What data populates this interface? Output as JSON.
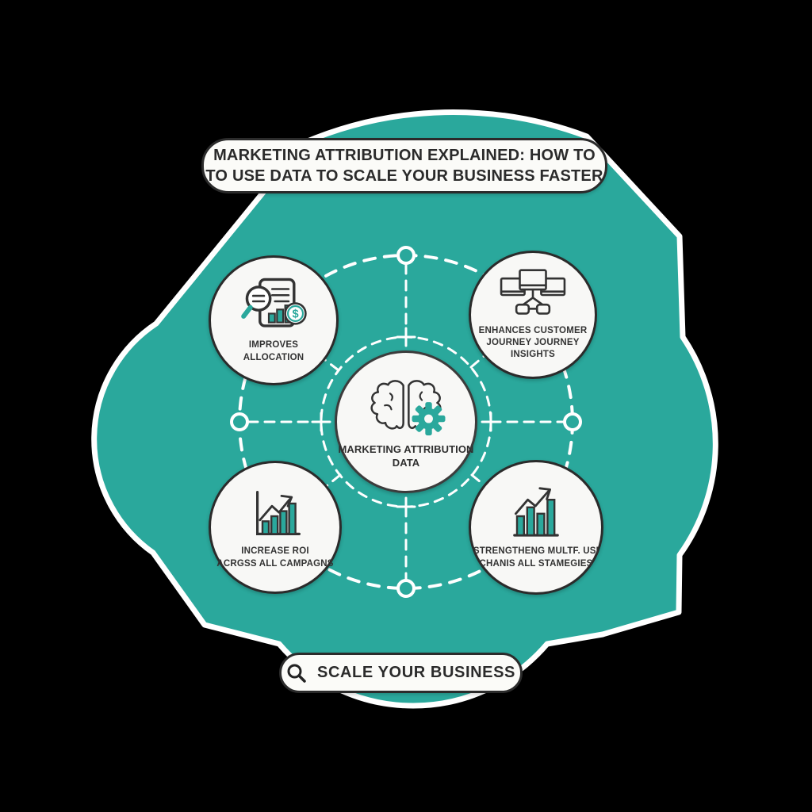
{
  "colors": {
    "teal": "#2aa89c",
    "outline_dark": "#2b2b2b",
    "circle_fill": "#f8f8f6",
    "dashed_line": "#ffffff",
    "canvas_background": "#000000"
  },
  "title": {
    "line1": "MARKETING ATTRIBUTION EXPLAINED: HOW TO",
    "line2": "TO USE DATA TO SCALE YOUR BUSINESS FASTER"
  },
  "center": {
    "icon": "brain-gear-icon",
    "lines": [
      "MARKETING ATTRIBUTION",
      "DATA"
    ]
  },
  "nodes": [
    {
      "id": "improves-allocation",
      "position": "top-left",
      "icon": "document-magnifier-dollar-icon",
      "lines": [
        "IMPROVES",
        "ALLOCATION"
      ]
    },
    {
      "id": "customer-journey-insights",
      "position": "top-right",
      "icon": "connected-devices-icon",
      "lines": [
        "ENHANCES CUSTOMER",
        "JOURNEY JOURNEY",
        "INSIGHTS"
      ]
    },
    {
      "id": "increase-roi",
      "position": "bottom-left",
      "icon": "rising-bar-chart-icon",
      "lines": [
        "INCREASE ROI",
        "ACRGSS ALL CAMPAGNS"
      ]
    },
    {
      "id": "strengthen-channels",
      "position": "bottom-right",
      "icon": "growth-bars-arrow-icon",
      "lines": [
        "STRENGTHENG MULTF. USI",
        "CHANIS ALL STAMEGIES"
      ]
    }
  ],
  "cta": {
    "icon": "search-icon",
    "label": "SCALE YOUR BUSINESS"
  },
  "glyphs": {
    "dollar": "$"
  }
}
